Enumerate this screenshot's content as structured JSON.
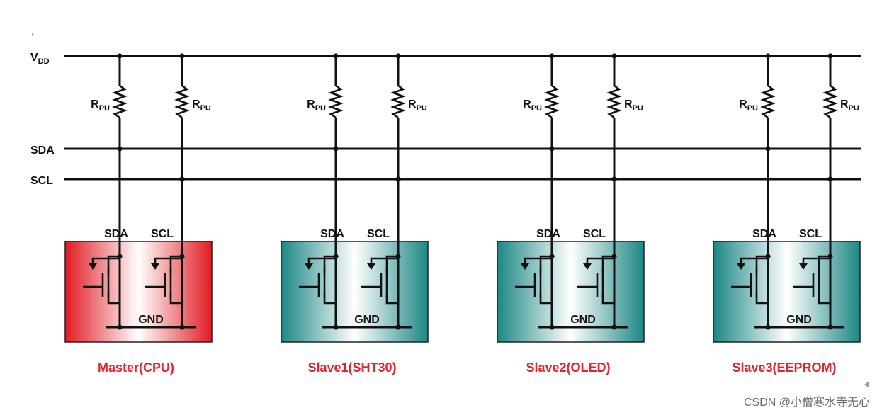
{
  "rails": {
    "vdd": {
      "main": "V",
      "sub": "DD"
    },
    "sda": "SDA",
    "scl": "SCL"
  },
  "resistor_label": {
    "main": "R",
    "sub": "PU"
  },
  "pin_labels": {
    "sda": "SDA",
    "scl": "SCL"
  },
  "gnd_label": "GND",
  "devices": [
    {
      "name": "Master(CPU)",
      "color": "#e8212a",
      "kind": "master"
    },
    {
      "name": "Slave1(SHT30)",
      "color": "#1f8a86",
      "kind": "slave"
    },
    {
      "name": "Slave2(OLED)",
      "color": "#1f8a86",
      "kind": "slave"
    },
    {
      "name": "Slave3(EEPROM)",
      "color": "#1f8a86",
      "kind": "slave"
    }
  ],
  "watermark": "CSDN @小僧寒水寺无心",
  "colors": {
    "wire": "#111111",
    "device_name": "#e8212a",
    "master_fill": "#e8212a",
    "slave_fill": "#1f8a86"
  }
}
